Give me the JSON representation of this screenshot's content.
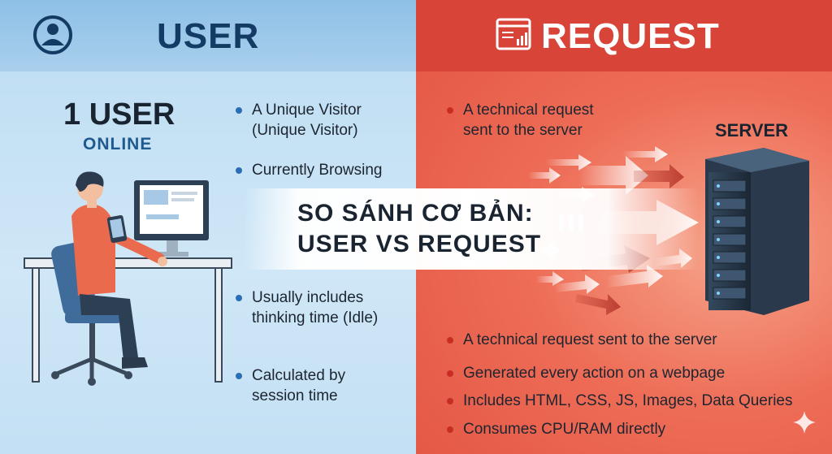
{
  "user_panel": {
    "header_title": "USER",
    "count_label": "1 USER",
    "status_label": "ONLINE",
    "bullets": [
      "A Unique Visitor",
      "(Unique Visitor)",
      "Currently Browsing",
      "Usually includes",
      "thinking time (Idle)",
      "Calculated by",
      "session time"
    ]
  },
  "request_panel": {
    "header_title": "REQUEST",
    "server_label": "SERVER",
    "top_bullet": [
      "A technical request",
      "sent to the server"
    ],
    "bullets": [
      "A technical request sent to the server",
      "Generated every action on a webpage",
      "Includes HTML, CSS, JS, Images, Data Queries",
      "Consumes CPU/RAM directly"
    ]
  },
  "banner": {
    "line1": "SO SÁNH CƠ BẢN:",
    "line2": "USER VS REQUEST"
  },
  "colors": {
    "user_accent": "#143b63",
    "request_accent": "#d84438",
    "bullet_blue": "#2a6fb3",
    "bullet_red": "#c82d24"
  },
  "icons": [
    "user-avatar-icon",
    "browser-window-icon",
    "server-rack-icon",
    "sparkle-icon"
  ]
}
